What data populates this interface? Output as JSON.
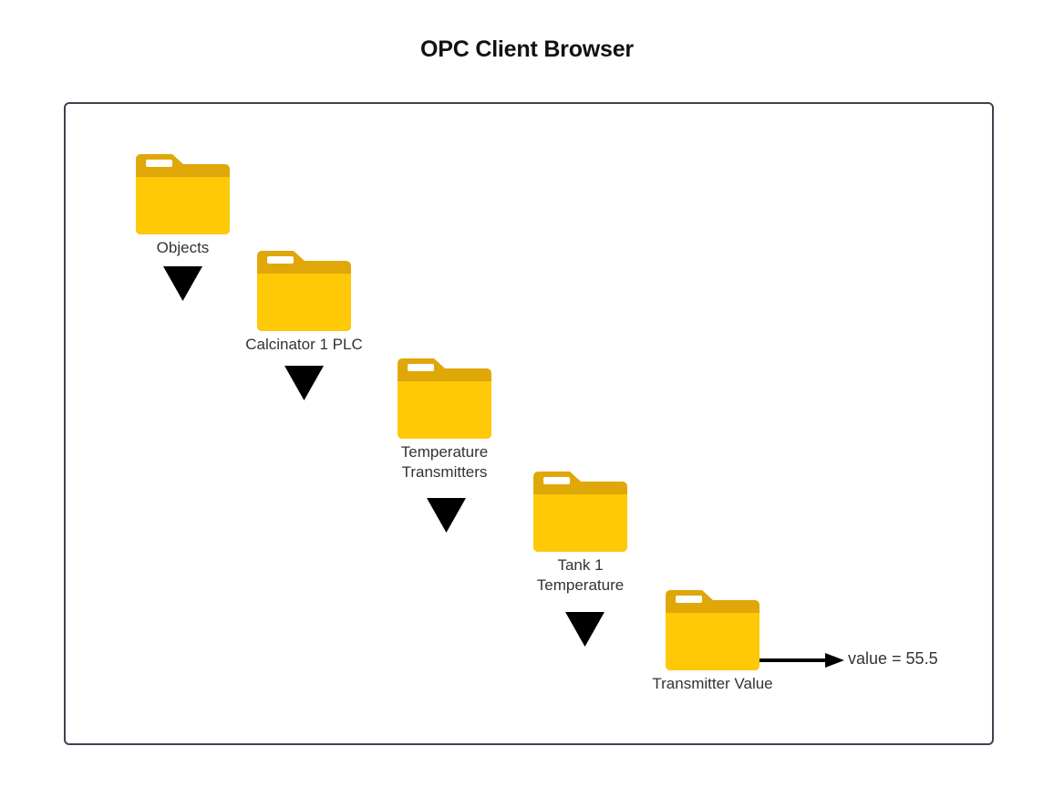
{
  "title": "OPC Client Browser",
  "colors": {
    "folder_body": "#FFC907",
    "folder_tab": "#E0A709",
    "folder_tab_slot": "#FFFFFF",
    "frame_border": "#3B4450",
    "text": "#333333",
    "title_text": "#111111",
    "arrow": "#000000",
    "background": "#FFFFFF"
  },
  "diagram": {
    "type": "tree-drilldown",
    "orientation": "top-left to bottom-right cascade",
    "nodes": [
      {
        "id": "objects",
        "label": "Objects",
        "icon": "folder-icon"
      },
      {
        "id": "calcinator-1-plc",
        "label": "Calcinator 1 PLC",
        "icon": "folder-icon"
      },
      {
        "id": "temperature-transmitters",
        "label": "Temperature\nTransmitters",
        "icon": "folder-icon"
      },
      {
        "id": "tank-1-temperature",
        "label": "Tank 1\nTemperature",
        "icon": "folder-icon"
      },
      {
        "id": "transmitter-value",
        "label": "Transmitter Value",
        "icon": "folder-icon"
      }
    ],
    "connectors": [
      {
        "id": "objects-to-calcinator",
        "from": "objects",
        "to": "calcinator-1-plc",
        "glyph": "down-triangle-icon"
      },
      {
        "id": "calcinator-to-transmitters",
        "from": "calcinator-1-plc",
        "to": "temperature-transmitters",
        "glyph": "down-triangle-icon"
      },
      {
        "id": "transmitters-to-tank",
        "from": "temperature-transmitters",
        "to": "tank-1-temperature",
        "glyph": "down-triangle-icon"
      },
      {
        "id": "tank-to-value",
        "from": "tank-1-temperature",
        "to": "transmitter-value",
        "glyph": "down-triangle-icon"
      },
      {
        "id": "value-to-readout",
        "from": "transmitter-value",
        "to": "value-readout",
        "glyph": "right-arrow-icon"
      }
    ],
    "readout": {
      "id": "value-readout",
      "text": "value = 55.5",
      "variable": "value",
      "value": "55.5"
    }
  }
}
